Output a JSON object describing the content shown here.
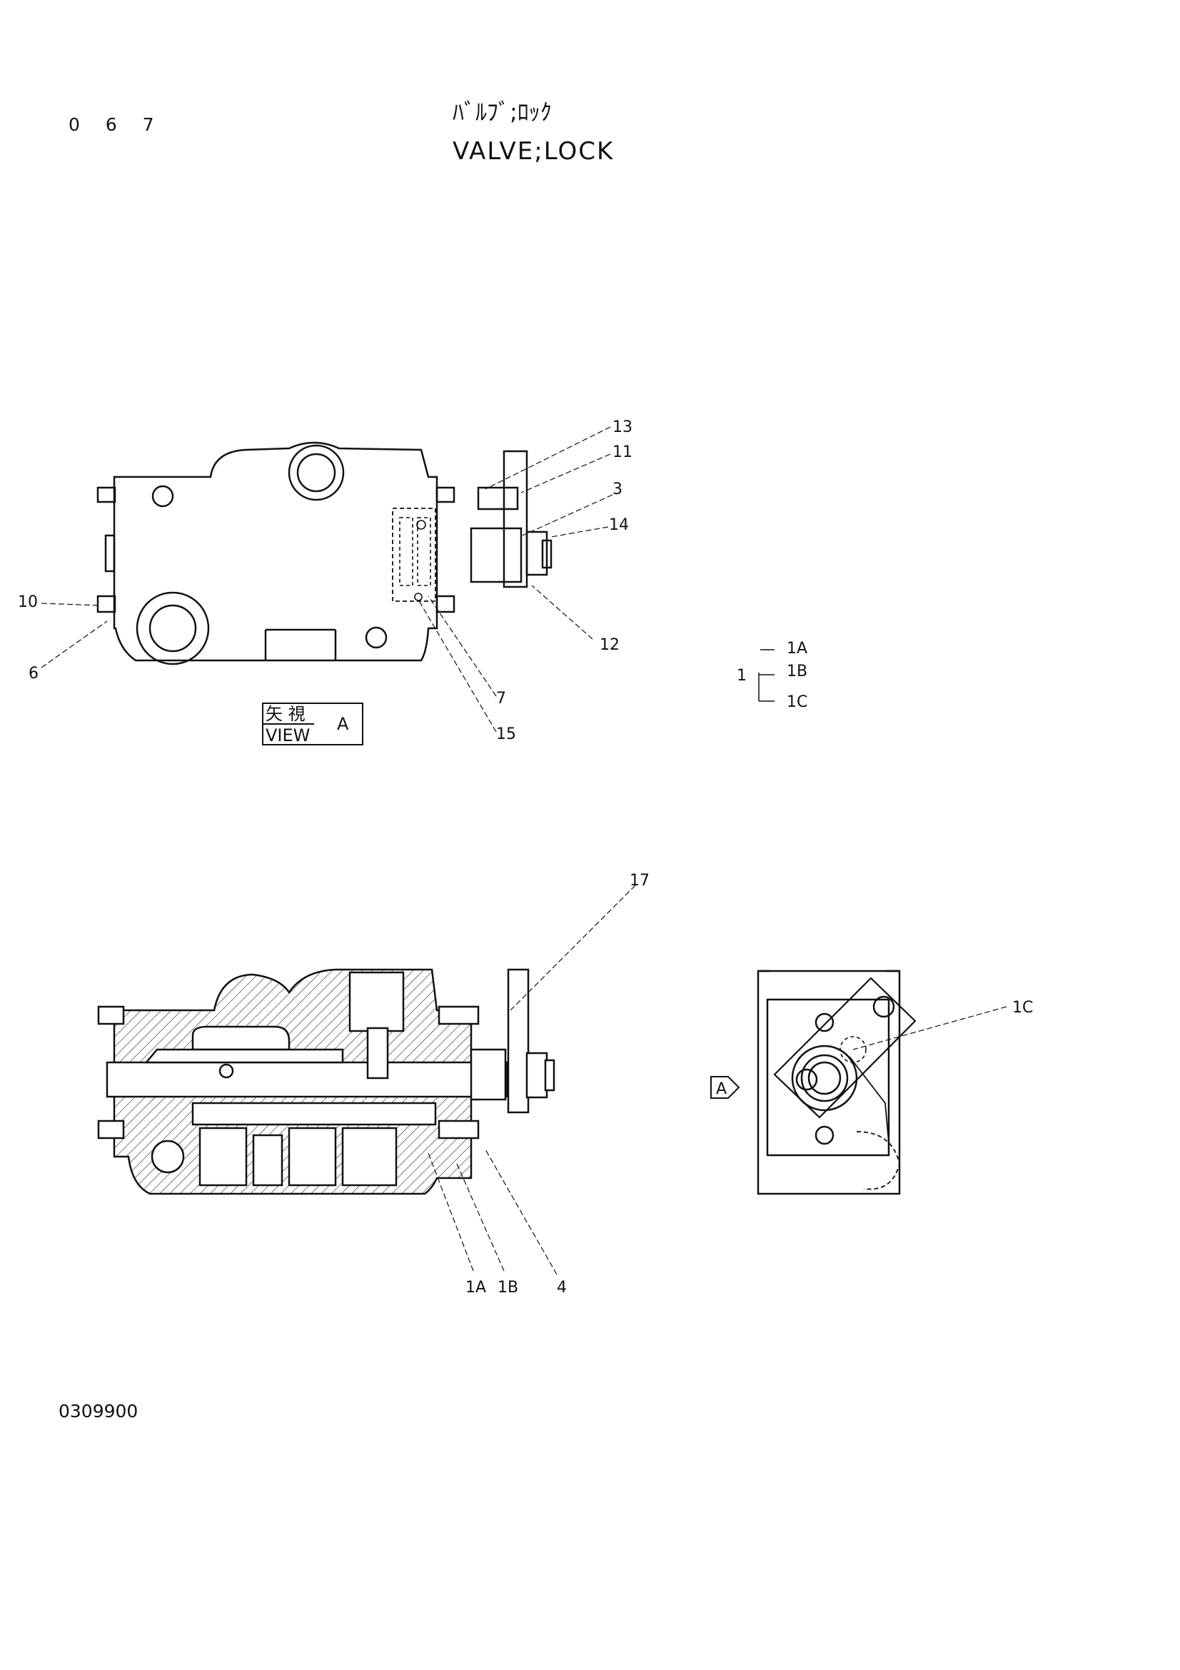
{
  "page_number": "0 6 7",
  "title_japanese": "ﾊﾞﾙﾌﾞ;ﾛｯｸ",
  "title_english": "VALVE;LOCK",
  "drawing_number": "0309900",
  "view_label": {
    "kanji": "矢 視",
    "english": "VIEW",
    "letter": "A"
  },
  "arrow_view_marker": "A",
  "callouts_top_view": [
    "13",
    "11",
    "3",
    "14",
    "12",
    "10",
    "6",
    "7",
    "15"
  ],
  "parts_group": {
    "parent": "1",
    "children": [
      "1A",
      "1B",
      "1C"
    ]
  },
  "callouts_section_view": [
    "17",
    "1A",
    "1B",
    "4"
  ],
  "callouts_end_view": [
    "1C"
  ]
}
